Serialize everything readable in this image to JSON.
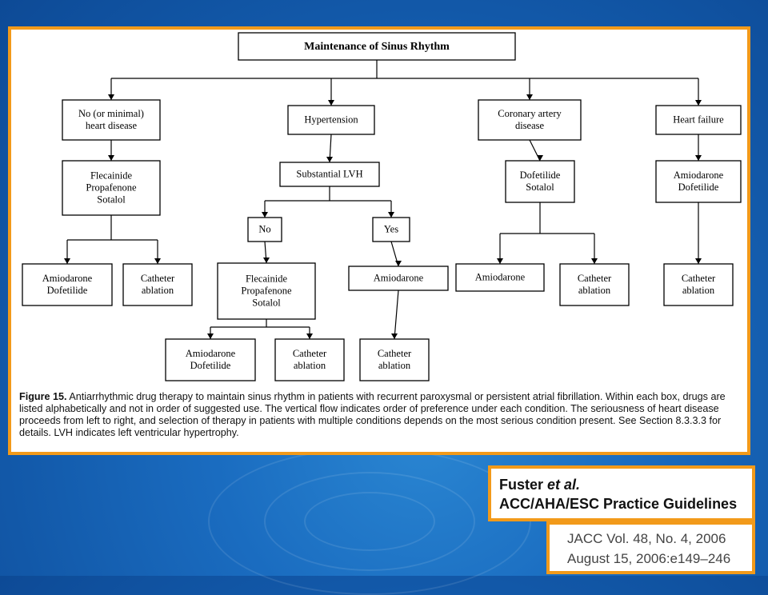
{
  "diagram": {
    "title": "Maintenance of Sinus Rhythm",
    "nodes": [
      {
        "id": "title",
        "lines": [
          "Maintenance of Sinus Rhythm"
        ],
        "bold": true
      },
      {
        "id": "no-heart-disease",
        "lines": [
          "No (or minimal)",
          "heart disease"
        ]
      },
      {
        "id": "hypertension",
        "lines": [
          "Hypertension"
        ]
      },
      {
        "id": "coronary-artery-disease",
        "lines": [
          "Coronary artery",
          "disease"
        ]
      },
      {
        "id": "heart-failure",
        "lines": [
          "Heart failure"
        ]
      },
      {
        "id": "flecainide-propafenone-sotalol-1",
        "lines": [
          "Flecainide",
          "Propafenone",
          "Sotalol"
        ]
      },
      {
        "id": "substantial-lvh",
        "lines": [
          "Substantial LVH"
        ]
      },
      {
        "id": "dofetilide-sotalol",
        "lines": [
          "Dofetilide",
          "Sotalol"
        ]
      },
      {
        "id": "amiodarone-dofetilide-hf",
        "lines": [
          "Amiodarone",
          "Dofetilide"
        ]
      },
      {
        "id": "lvh-no",
        "lines": [
          "No"
        ]
      },
      {
        "id": "lvh-yes",
        "lines": [
          "Yes"
        ]
      },
      {
        "id": "amiodarone-dofetilide-1",
        "lines": [
          "Amiodarone",
          "Dofetilide"
        ]
      },
      {
        "id": "catheter-ablation-1",
        "lines": [
          "Catheter",
          "ablation"
        ]
      },
      {
        "id": "flecainide-propafenone-sotalol-2",
        "lines": [
          "Flecainide",
          "Propafenone",
          "Sotalol"
        ]
      },
      {
        "id": "amiodarone-lvh",
        "lines": [
          "Amiodarone"
        ]
      },
      {
        "id": "amiodarone-cad",
        "lines": [
          "Amiodarone"
        ]
      },
      {
        "id": "catheter-ablation-cad",
        "lines": [
          "Catheter",
          "ablation"
        ]
      },
      {
        "id": "catheter-ablation-hf",
        "lines": [
          "Catheter",
          "ablation"
        ]
      },
      {
        "id": "amiodarone-dofetilide-2",
        "lines": [
          "Amiodarone",
          "Dofetilide"
        ]
      },
      {
        "id": "catheter-ablation-2",
        "lines": [
          "Catheter",
          "ablation"
        ]
      },
      {
        "id": "catheter-ablation-lvh",
        "lines": [
          "Catheter",
          "ablation"
        ]
      }
    ],
    "edges": [
      {
        "from": "title",
        "to": "no-heart-disease"
      },
      {
        "from": "title",
        "to": "hypertension"
      },
      {
        "from": "title",
        "to": "coronary-artery-disease"
      },
      {
        "from": "title",
        "to": "heart-failure"
      },
      {
        "from": "no-heart-disease",
        "to": "flecainide-propafenone-sotalol-1"
      },
      {
        "from": "hypertension",
        "to": "substantial-lvh"
      },
      {
        "from": "coronary-artery-disease",
        "to": "dofetilide-sotalol"
      },
      {
        "from": "heart-failure",
        "to": "amiodarone-dofetilide-hf"
      },
      {
        "from": "flecainide-propafenone-sotalol-1",
        "to": "amiodarone-dofetilide-1"
      },
      {
        "from": "flecainide-propafenone-sotalol-1",
        "to": "catheter-ablation-1"
      },
      {
        "from": "substantial-lvh",
        "to": "lvh-no"
      },
      {
        "from": "substantial-lvh",
        "to": "lvh-yes"
      },
      {
        "from": "dofetilide-sotalol",
        "to": "amiodarone-cad"
      },
      {
        "from": "dofetilide-sotalol",
        "to": "catheter-ablation-cad"
      },
      {
        "from": "amiodarone-dofetilide-hf",
        "to": "catheter-ablation-hf"
      },
      {
        "from": "lvh-no",
        "to": "flecainide-propafenone-sotalol-2"
      },
      {
        "from": "lvh-yes",
        "to": "amiodarone-lvh"
      },
      {
        "from": "flecainide-propafenone-sotalol-2",
        "to": "amiodarone-dofetilide-2"
      },
      {
        "from": "flecainide-propafenone-sotalol-2",
        "to": "catheter-ablation-2"
      },
      {
        "from": "amiodarone-lvh",
        "to": "catheter-ablation-lvh"
      }
    ]
  },
  "caption": {
    "label": "Figure 15.",
    "text": "Antiarrhythmic drug therapy to maintain sinus rhythm in patients with recurrent paroxysmal or persistent atrial fibrillation. Within each box, drugs are listed alphabetically and not in order of suggested use. The vertical flow indicates order of preference under each condition. The seriousness of heart disease proceeds from left to right, and selection of therapy in patients with multiple conditions depends on the most serious condition present. See Section 8.3.3.3 for details. LVH indicates left ventricular hypertrophy."
  },
  "citation": {
    "author": "Fuster",
    "etal": "et al.",
    "guideline": "ACC/AHA/ESC Practice Guidelines"
  },
  "journal": {
    "line1": "JACC Vol. 48, No. 4, 2006",
    "line2": "August 15, 2006:e149–246"
  },
  "colors": {
    "frame": "#f29a1a",
    "background": "#1a6cc0"
  }
}
